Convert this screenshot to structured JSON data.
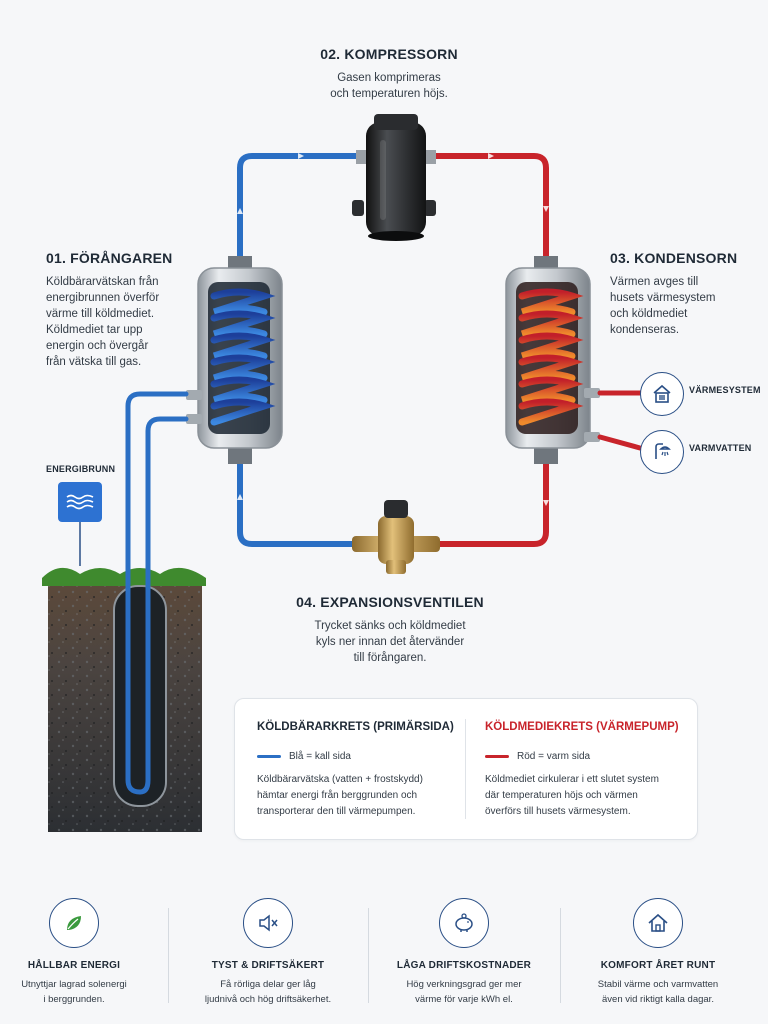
{
  "steps": {
    "compressor": {
      "title": "02. KOMPRESSORN",
      "text": "Gasen komprimeras\noch temperaturen höjs."
    },
    "evaporator": {
      "title": "01. FÖRÅNGAREN",
      "text": "Köldbärarvätskan från\nenergibrunnen överför\nvärme till köldmediet.\nKöldmediet tar upp\nenergin och övergår\nfrån vätska till gas."
    },
    "condenser": {
      "title": "03. KONDENSORN",
      "text": "Värmen avges till\nhusets värmesystem\noch köldmediet\nkondenseras."
    },
    "expansion": {
      "title": "04. EXPANSIONSVENTILEN",
      "text": "Trycket sänks och köldmediet\nkyls ner innan det återvänder\ntill förångaren."
    }
  },
  "labels": {
    "energy_well": "ENERGIBRUNN",
    "heating_system": "VÄRMESYSTEM",
    "hot_water": "VARMVATTEN"
  },
  "legend": {
    "primary": {
      "title": "KÖLDBÄRARKRETS (PRIMÄRSIDA)",
      "key": "Blå = kall sida",
      "desc": "Köldbärarvätska (vatten + frostskydd)\nhämtar energi från berggrunden och\ntransporterar den till värmepumpen.",
      "color": "#2b6fc4"
    },
    "refrigerant": {
      "title": "KÖLDMEDIEKRETS (VÄRMEPUMP)",
      "key": "Röd = varm sida",
      "desc": "Köldmediet cirkulerar i ett slutet system\ndär temperaturen höjs och värmen\növerförs till husets värmesystem.",
      "color": "#c8242b"
    }
  },
  "features": [
    {
      "icon": "leaf-icon",
      "title": "HÅLLBAR ENERGI",
      "desc": "Utnyttjar lagrad solenergi\ni berggrunden."
    },
    {
      "icon": "speaker-mute-icon",
      "title": "TYST & DRIFTSÄKERT",
      "desc": "Få rörliga delar ger låg\nljudnivå och hög driftsäkerhet."
    },
    {
      "icon": "piggy-bank-icon",
      "title": "LÅGA DRIFTSKOSTNADER",
      "desc": "Hög verkningsgrad ger mer\nvärme för varje kWh el."
    },
    {
      "icon": "house-icon",
      "title": "KOMFORT ÅRET RUNT",
      "desc": "Stabil värme och varmvatten\näven vid riktigt kalla dagar."
    }
  ],
  "colors": {
    "cold": "#2b6fc4",
    "hot": "#c8242b",
    "accent": "#2a4f86",
    "leaf": "#3b9a3e"
  }
}
